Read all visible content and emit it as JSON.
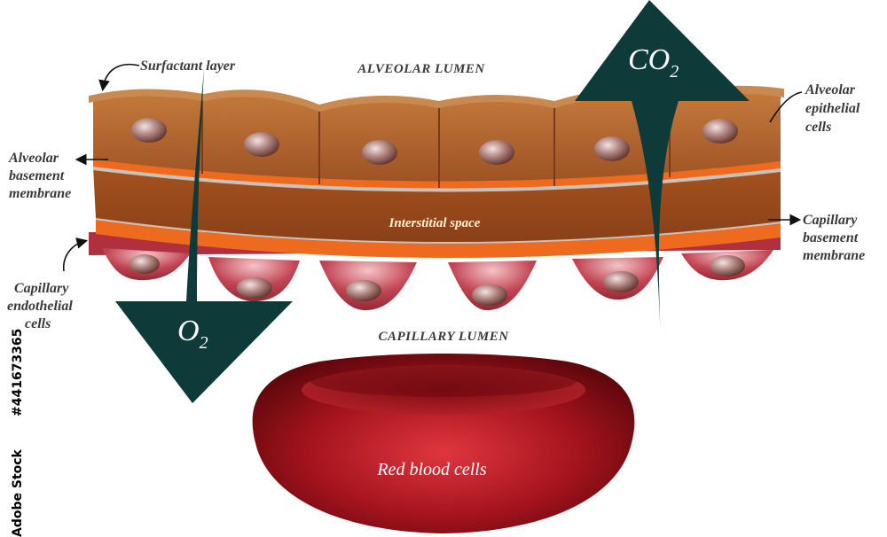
{
  "regions": {
    "alveolar_lumen": "ALVEOLAR LUMEN",
    "capillary_lumen": "CAPILLARY LUMEN",
    "interstitial_space": "Interstitial space",
    "red_blood_cells": "Red blood cells"
  },
  "labels": {
    "surfactant_layer": "Surfactant layer",
    "alveolar_epithelial_1": "Alveolar",
    "alveolar_epithelial_2": "epithelial",
    "alveolar_epithelial_3": "cells",
    "alveolar_basement_1": "Alveolar",
    "alveolar_basement_2": "basement",
    "alveolar_basement_3": "membrane",
    "capillary_basement_1": "Capillary",
    "capillary_basement_2": "basement",
    "capillary_basement_3": "membrane",
    "capillary_endothelial_1": "Capillary",
    "capillary_endothelial_2": "endothelial",
    "capillary_endothelial_3": "cells"
  },
  "gases": {
    "co2_base": "CO",
    "co2_sub": "2",
    "o2_base": "O",
    "o2_sub": "2"
  },
  "watermark": {
    "stock_id": "#441673365",
    "brand": "Adobe Stock"
  },
  "colors": {
    "epithelium": "#b5652c",
    "surfactant": "#c98a52",
    "membrane_orange": "#ee6a1e",
    "membrane_gray": "#c9c2bb",
    "interstitium": "#9a4a1c",
    "endothelium": "#c0404e",
    "arrow": "#0e3b3a",
    "rbc": "#a8141b",
    "label": "#3a3a3a"
  }
}
